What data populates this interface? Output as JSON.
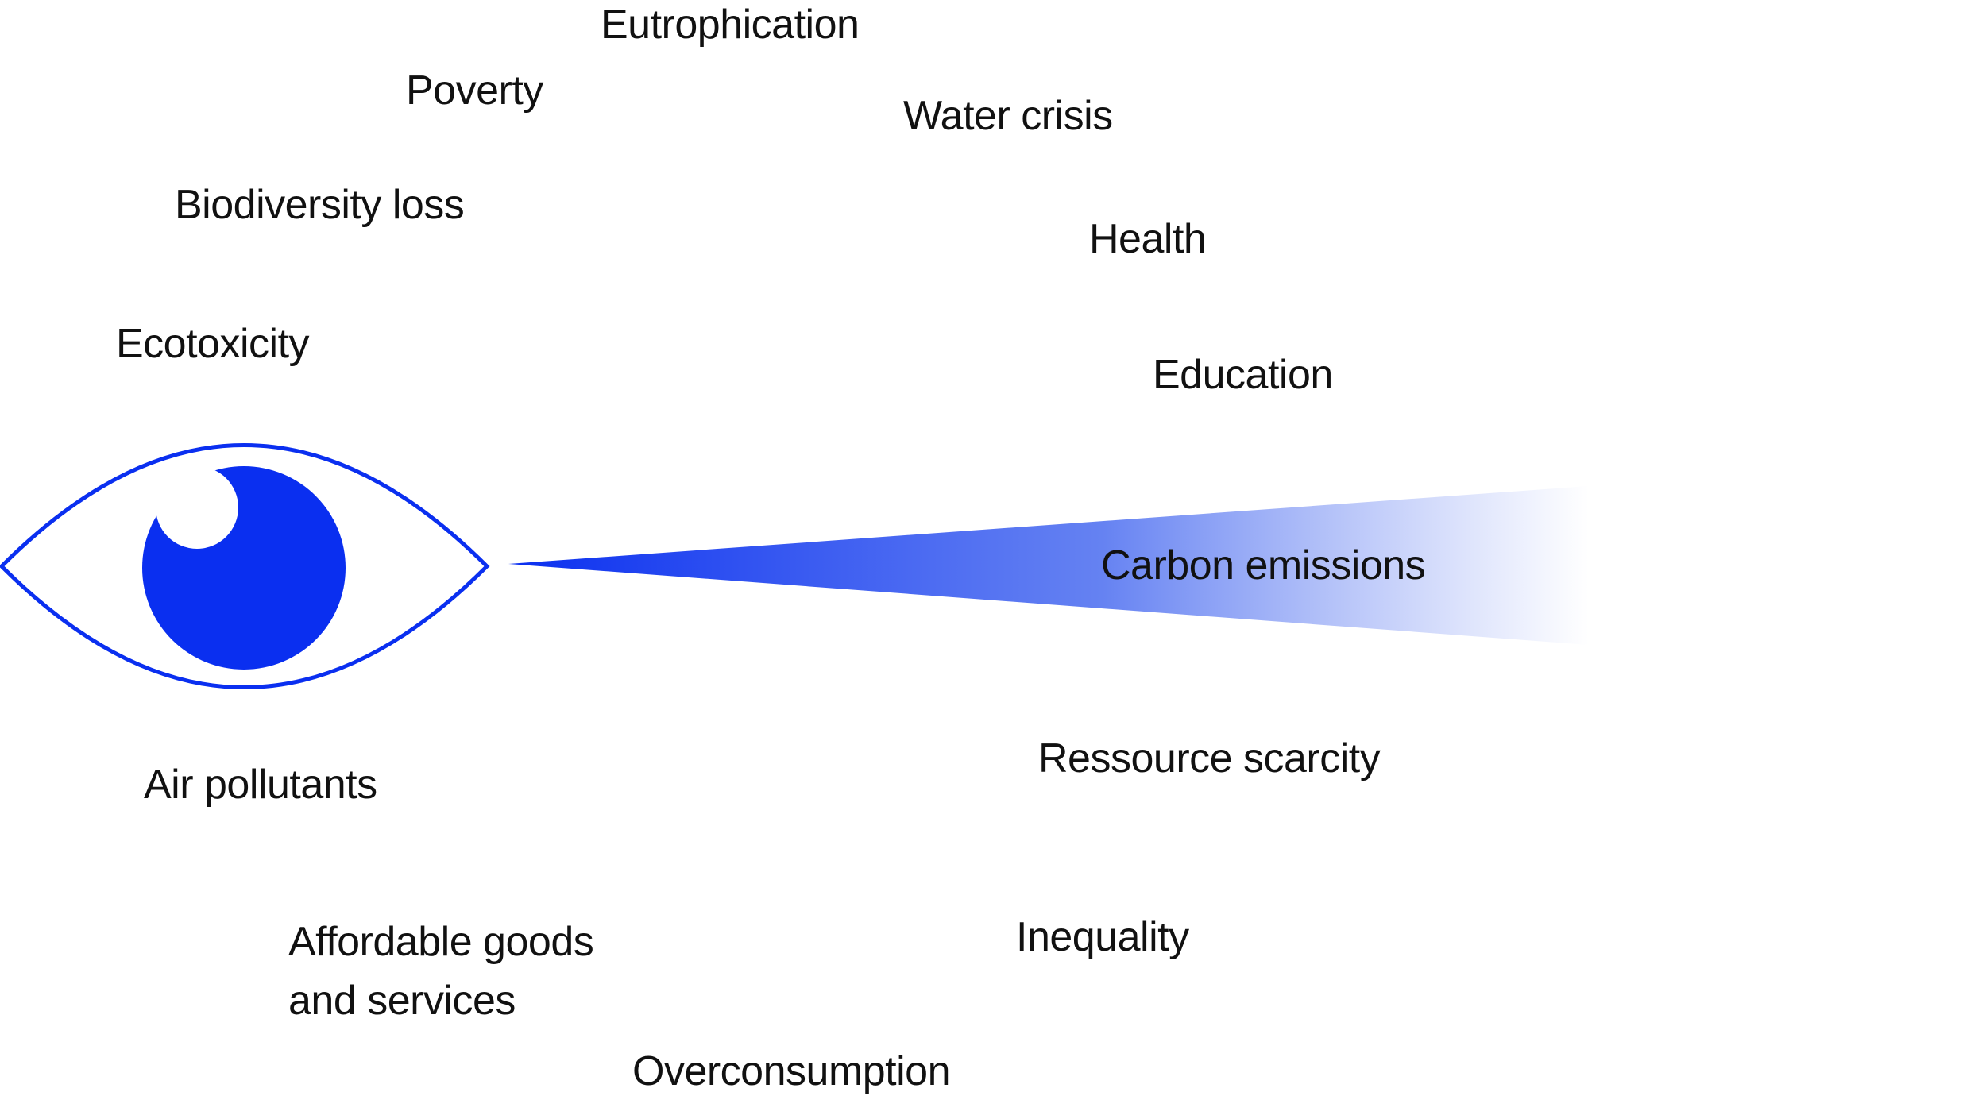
{
  "colors": {
    "accent": "#0a2ff0",
    "text": "#111111",
    "background": "#ffffff"
  },
  "labels": {
    "eutrophication": "Eutrophication",
    "poverty": "Poverty",
    "water_crisis": "Water crisis",
    "biodiversity_loss": "Biodiversity loss",
    "health": "Health",
    "ecotoxicity": "Ecotoxicity",
    "education": "Education",
    "carbon_emissions": "Carbon emissions",
    "ressource_scarcity": "Ressource scarcity",
    "air_pollutants": "Air pollutants",
    "inequality": "Inequality",
    "affordable_goods_line1": "Affordable goods",
    "affordable_goods_line2": "and services",
    "overconsumption": "Overconsumption"
  },
  "icons": {
    "eye": "eye-icon",
    "beam": "vision-beam"
  }
}
